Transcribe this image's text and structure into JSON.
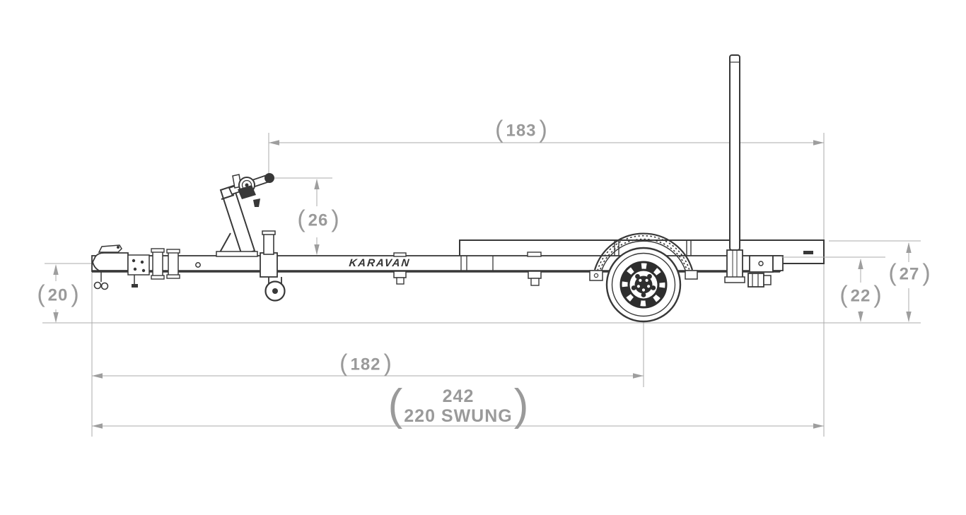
{
  "diagram": {
    "brand": "KARAVAN",
    "punct": {
      "open": "(",
      "close": ")"
    },
    "dimensions": {
      "winch_to_rear_length": "183",
      "winch_post_height": "26",
      "coupler_height": "20",
      "coupler_to_axle": "182",
      "overall_length": "242",
      "swung_length": "220 SWUNG",
      "frame_height": "22",
      "rear_height": "27"
    }
  }
}
